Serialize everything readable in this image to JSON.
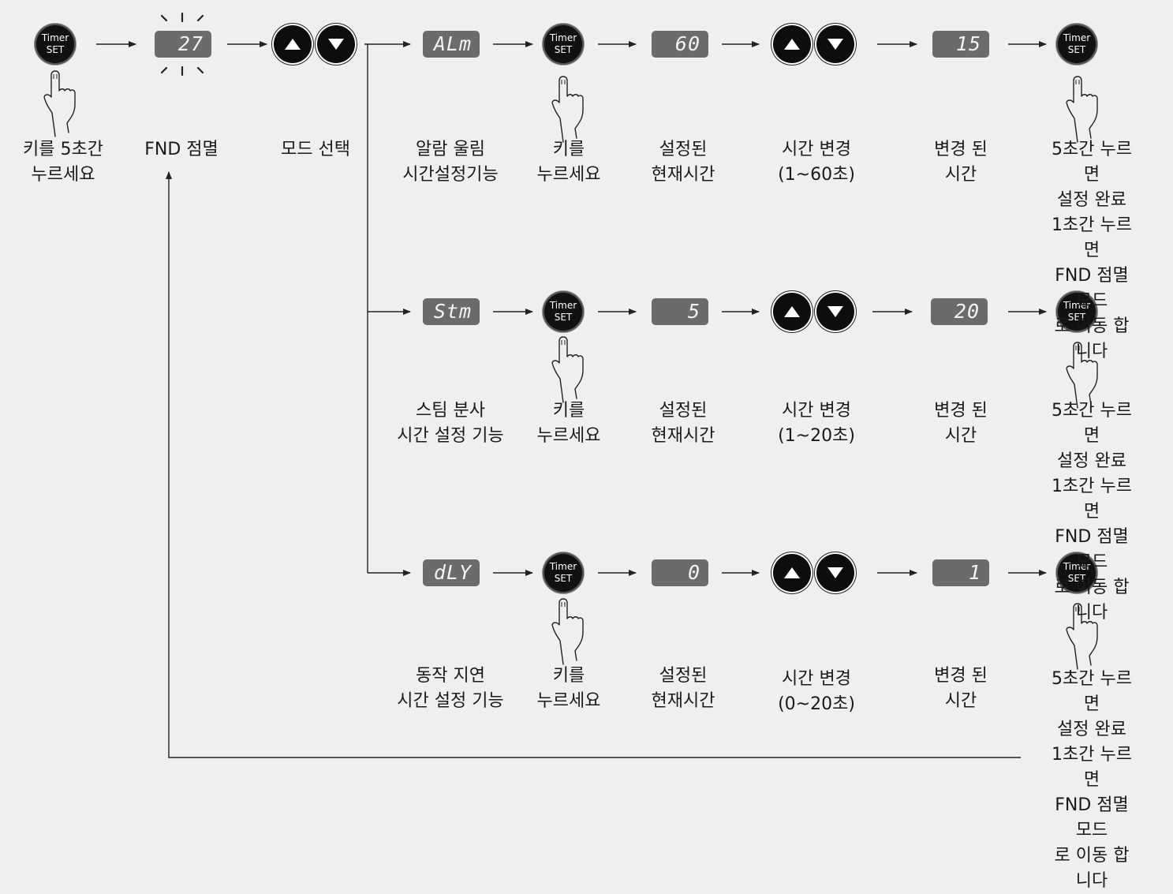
{
  "nodes": {
    "timer_btn": {
      "line1": "Timer",
      "line2": "SET"
    },
    "fnd_blink_value": "27",
    "alm_display": "ALm",
    "alm_current": "60",
    "alm_changed": "15",
    "stm_display": "Stm",
    "stm_current": "5",
    "stm_changed": "20",
    "dly_display": "dLY",
    "dly_current": "0",
    "dly_changed": "1"
  },
  "labels": {
    "start": "키를 5초간\n누르세요",
    "fnd_blink": "FND 점멸",
    "mode_select": "모드 선택",
    "alm_func": "알람 울림\n시간설정기능",
    "press_key": "키를\n누르세요",
    "current_time": "설정된\n현재시간",
    "change_60": "시간 변경\n(1~60초)",
    "change_20": "시간 변경\n(1~20초)",
    "change_0_20": "시간 변경\n(0~20초)",
    "changed_time": "변경 된\n시간",
    "finish": "5초간 누르면\n설정 완료\n1초간 누르면\nFND 점멸 모드\n로 이동 합니다",
    "stm_func": "스팀 분사\n시간 설정 기능",
    "dly_func": "동작 지연\n시간 설정 기능"
  },
  "icons": [
    "pointing-hand-icon",
    "up-arrow-icon",
    "down-arrow-icon",
    "blink-rays-icon"
  ],
  "colors": {
    "background": "#efefef",
    "lcd": "#6b6b6b",
    "button": "#111111"
  }
}
